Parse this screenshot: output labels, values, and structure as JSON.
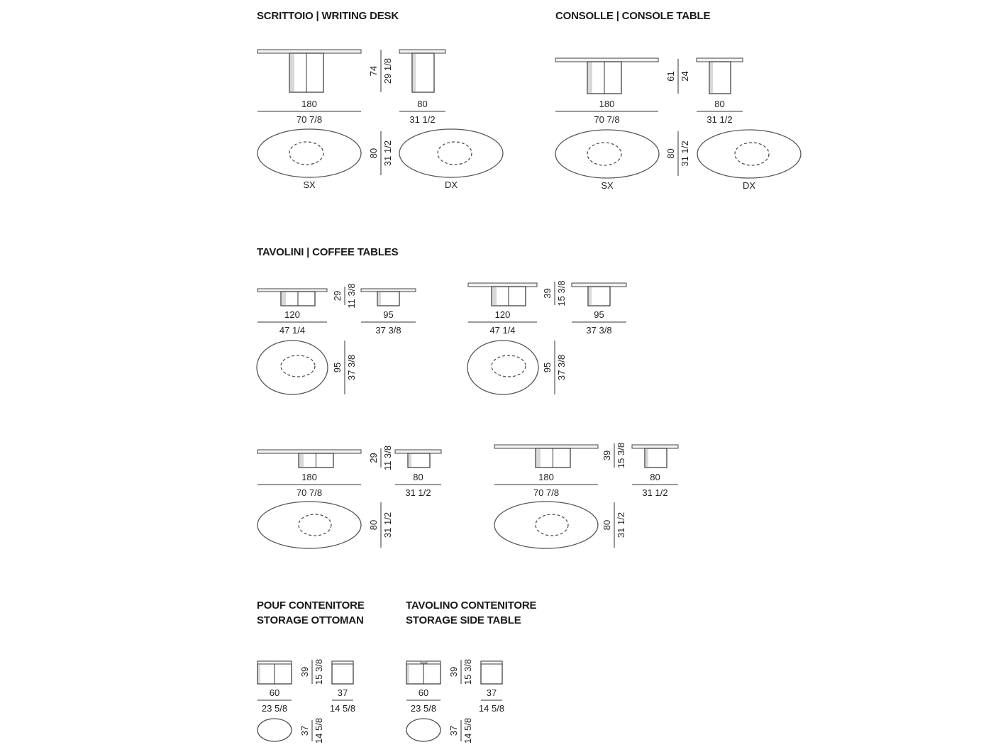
{
  "writing_desk": {
    "title": "SCRITTOIO  |  WRITING DESK",
    "front_width_cm": "180",
    "front_width_in": "70 7/8",
    "side_width_cm": "80",
    "side_width_in": "31 1/2",
    "height_cm": "74",
    "height_in": "29 1/8",
    "depth_cm": "80",
    "depth_in": "31 1/2",
    "plan_left": "SX",
    "plan_right": "DX"
  },
  "console_table": {
    "title": "CONSOLLE  |  CONSOLE TABLE",
    "front_width_cm": "180",
    "front_width_in": "70 7/8",
    "side_width_cm": "80",
    "side_width_in": "31 1/2",
    "height_cm": "61",
    "height_in": "24",
    "depth_cm": "80",
    "depth_in": "31 1/2",
    "plan_left": "SX",
    "plan_right": "DX"
  },
  "coffee_tables": {
    "title": "TAVOLINI  |  COFFEE TABLES",
    "items": [
      {
        "front_width_cm": "120",
        "front_width_in": "47 1/4",
        "side_width_cm": "95",
        "side_width_in": "37 3/8",
        "height_cm": "29",
        "height_in": "11 3/8",
        "depth_cm": "95",
        "depth_in": "37 3/8"
      },
      {
        "front_width_cm": "120",
        "front_width_in": "47 1/4",
        "side_width_cm": "95",
        "side_width_in": "37 3/8",
        "height_cm": "39",
        "height_in": "15 3/8",
        "depth_cm": "95",
        "depth_in": "37 3/8"
      },
      {
        "front_width_cm": "180",
        "front_width_in": "70 7/8",
        "side_width_cm": "80",
        "side_width_in": "31 1/2",
        "height_cm": "29",
        "height_in": "11 3/8",
        "depth_cm": "80",
        "depth_in": "31 1/2"
      },
      {
        "front_width_cm": "180",
        "front_width_in": "70 7/8",
        "side_width_cm": "80",
        "side_width_in": "31 1/2",
        "height_cm": "39",
        "height_in": "15 3/8",
        "depth_cm": "80",
        "depth_in": "31 1/2"
      }
    ]
  },
  "storage_ottoman": {
    "title_it": "POUF CONTENITORE",
    "title_en": "STORAGE OTTOMAN",
    "front_width_cm": "60",
    "front_width_in": "23 5/8",
    "side_width_cm": "37",
    "side_width_in": "14 5/8",
    "height_cm": "39",
    "height_in": "15 3/8",
    "depth_cm": "37",
    "depth_in": "14 5/8"
  },
  "storage_side_table": {
    "title_it": "TAVOLINO CONTENITORE",
    "title_en": "STORAGE SIDE TABLE",
    "front_width_cm": "60",
    "front_width_in": "23 5/8",
    "side_width_cm": "37",
    "side_width_in": "14 5/8",
    "height_cm": "39",
    "height_in": "15 3/8",
    "depth_cm": "37",
    "depth_in": "14 5/8"
  }
}
